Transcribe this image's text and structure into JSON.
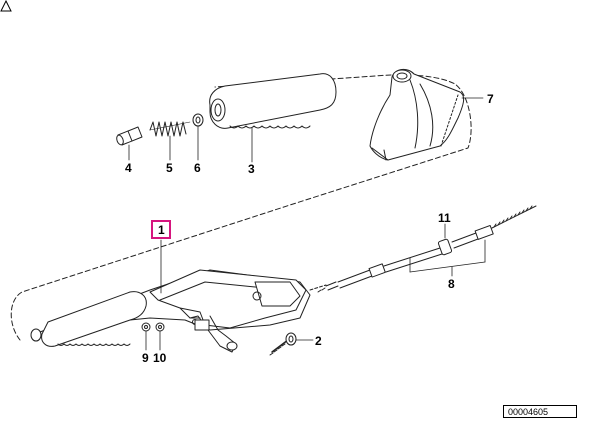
{
  "diagram": {
    "callouts": {
      "c1": "1",
      "c2": "2",
      "c3": "3",
      "c4": "4",
      "c5": "5",
      "c6": "6",
      "c7": "7",
      "c8": "8",
      "c9": "9",
      "c10": "10",
      "c11": "11"
    },
    "highlighted_callout": "1",
    "highlight_color": "#d6157e",
    "part_number": "00004605"
  }
}
